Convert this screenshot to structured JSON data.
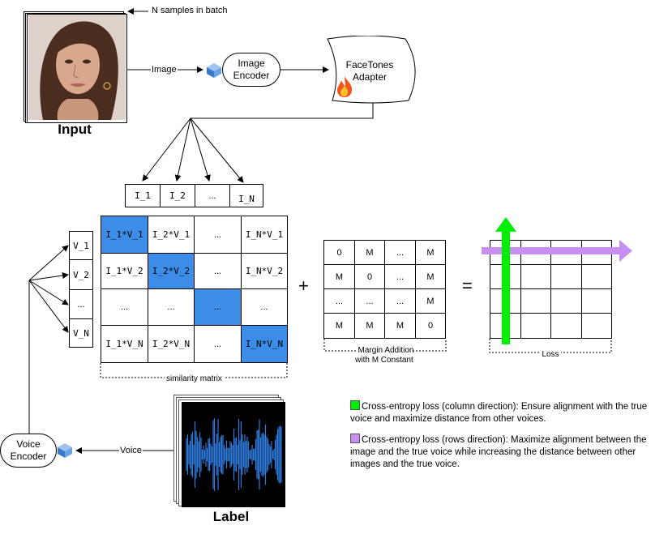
{
  "input": {
    "caption": "Input",
    "batch_note": "N samples in batch",
    "edge_label": "Image"
  },
  "image_encoder": {
    "label": "Image\nEncoder"
  },
  "adapter": {
    "label": "FaceTones\nAdapter",
    "icon": "fire-icon"
  },
  "image_embeddings": [
    "I_1",
    "I_2",
    "...",
    "I_N"
  ],
  "voice_embeddings": [
    "V_1",
    "V_2",
    "...",
    "V_N"
  ],
  "similarity_matrix": {
    "caption": "similarity matrix",
    "rows": [
      [
        "I_1*V_1",
        "I_2*V_1",
        "...",
        "I_N*V_1"
      ],
      [
        "I_1*V_2",
        "I_2*V_2",
        "...",
        "I_N*V_2"
      ],
      [
        "...",
        "...",
        "...",
        "..."
      ],
      [
        "I_1*V_N",
        "I_2*V_N",
        "...",
        "I_N*V_N"
      ]
    ],
    "highlight_color": "#3b8de8"
  },
  "plus_sign": "+",
  "equals_sign": "=",
  "margin_matrix": {
    "caption": "Margin Addition\nwith M Constant",
    "rows": [
      [
        "0",
        "M",
        "...",
        "M"
      ],
      [
        "M",
        "0",
        "...",
        "M"
      ],
      [
        "...",
        "...",
        "...",
        "M"
      ],
      [
        "M",
        "M",
        "M",
        "0"
      ]
    ]
  },
  "loss": {
    "caption": "Loss",
    "column_arrow_color": "#00ee00",
    "row_arrow_color": "#c58ef0"
  },
  "voice_encoder": {
    "label": "Voice\nEncoder",
    "edge_label": "Voice"
  },
  "label": {
    "caption": "Label"
  },
  "legend": [
    {
      "color": "#00ee00",
      "text": "Cross-entropy loss (column direction): Ensure alignment with the true voice and maximize distance from other voices."
    },
    {
      "color": "#c58ef0",
      "text": "Cross-entropy loss (rows direction): Maximize alignment between the image and the true voice while increasing the distance between other images and the true voice."
    }
  ]
}
